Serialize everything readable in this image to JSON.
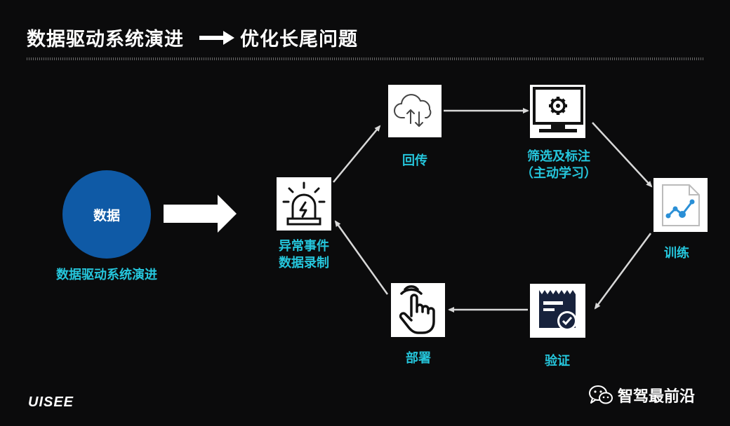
{
  "title": {
    "left": "数据驱动系统演进",
    "right": "优化长尾问题"
  },
  "source_circle": {
    "label": "数据",
    "caption": "数据驱动系统演进"
  },
  "nodes": {
    "anomaly": {
      "line1": "异常事件",
      "line2": "数据录制",
      "icon": "alarm-siren-icon"
    },
    "upload": {
      "label": "回传",
      "icon": "cloud-upload-download-icon"
    },
    "filter": {
      "line1": "筛选及标注",
      "line2": "（主动学习）",
      "icon": "monitor-gear-icon"
    },
    "train": {
      "label": "训练",
      "icon": "line-chart-document-icon"
    },
    "verify": {
      "label": "验证",
      "icon": "calendar-check-icon"
    },
    "deploy": {
      "label": "部署",
      "icon": "hand-touch-icon"
    }
  },
  "footer": {
    "brand": "UISEE",
    "watermark": "智驾最前沿"
  },
  "colors": {
    "background": "#0b0b0c",
    "accent": "#25c6dc",
    "circle": "#0f5aa6",
    "arrow": "#d8d8d8"
  }
}
